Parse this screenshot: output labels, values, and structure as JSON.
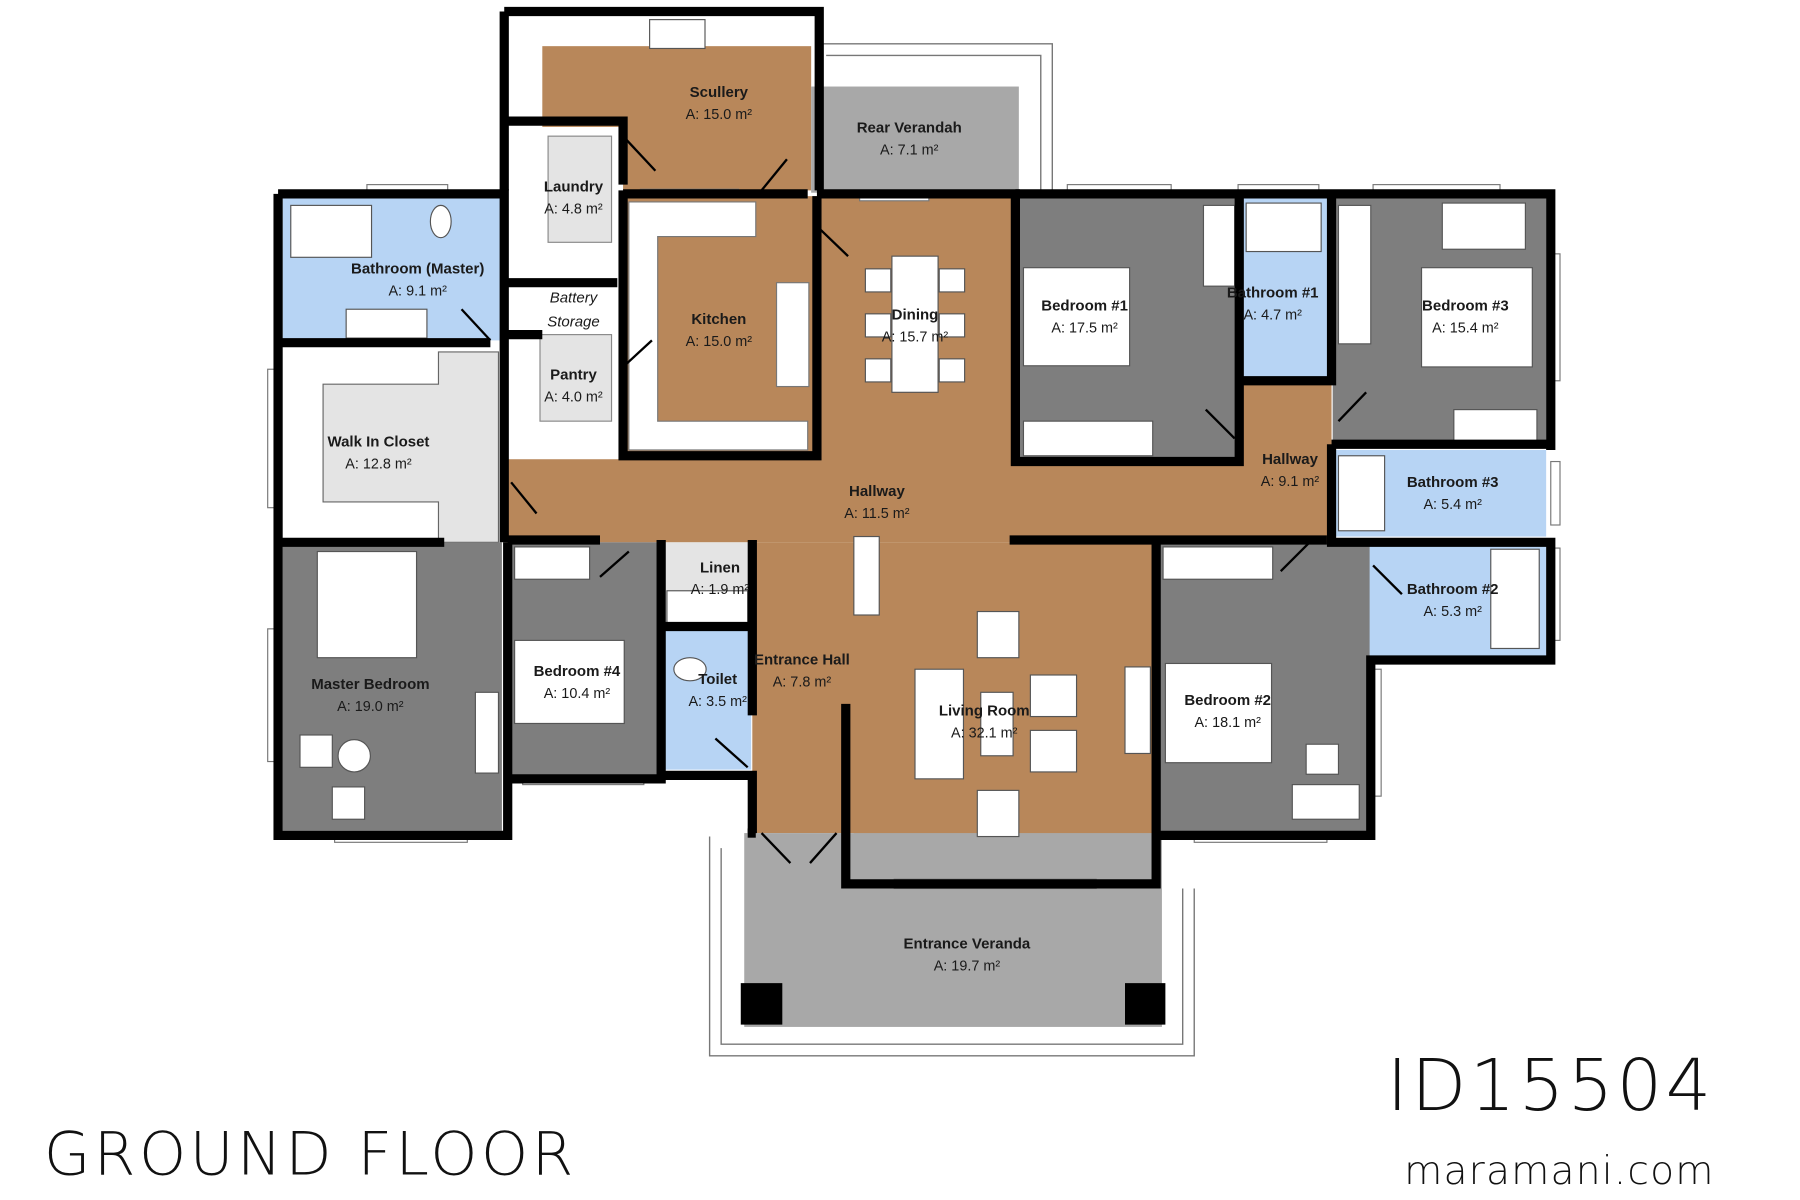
{
  "plan_title": "GROUND FLOOR",
  "plan_id": "ID15504",
  "website": "maramani.com",
  "colors": {
    "wood": "#b8875a",
    "tile_gray": "#7e7e7e",
    "bath_blue": "#b7d4f4",
    "veranda_gray": "#a8a8a8",
    "closet": "#e4e4e4",
    "wall": "#000000"
  },
  "rooms": [
    {
      "name": "Scullery",
      "area": "A: 15.0 m²"
    },
    {
      "name": "Rear Verandah",
      "area": "A: 7.1 m²"
    },
    {
      "name": "Laundry",
      "area": "A: 4.8 m²"
    },
    {
      "name": "Bathroom (Master)",
      "area": "A: 9.1 m²"
    },
    {
      "name": "Battery",
      "name2": "Storage"
    },
    {
      "name": "Pantry",
      "area": "A: 4.0 m²"
    },
    {
      "name": "Kitchen",
      "area": "A: 15.0 m²"
    },
    {
      "name": "Dining",
      "area": "A: 15.7 m²"
    },
    {
      "name": "Bedroom #1",
      "area": "A: 17.5 m²"
    },
    {
      "name": "Bathroom #1",
      "area": "A: 4.7 m²"
    },
    {
      "name": "Bedroom #3",
      "area": "A: 15.4 m²"
    },
    {
      "name": "Walk In Closet",
      "area": "A: 12.8 m²"
    },
    {
      "name": "Hallway",
      "area": "A: 11.5 m²"
    },
    {
      "name": "Hallway",
      "area": "A: 9.1 m²"
    },
    {
      "name": "Bathroom #3",
      "area": "A: 5.4 m²"
    },
    {
      "name": "Bathroom #2",
      "area": "A: 5.3 m²"
    },
    {
      "name": "Master Bedroom",
      "area": "A: 19.0 m²"
    },
    {
      "name": "Bedroom #4",
      "area": "A: 10.4 m²"
    },
    {
      "name": "Linen",
      "area": "A: 1.9 m²"
    },
    {
      "name": "Toilet",
      "area": "A: 3.5 m²"
    },
    {
      "name": "Entrance Hall",
      "area": "A: 7.8 m²"
    },
    {
      "name": "Living Room",
      "area": "A: 32.1 m²"
    },
    {
      "name": "Bedroom #2",
      "area": "A: 18.1 m²"
    },
    {
      "name": "Entrance Veranda",
      "area": "A: 19.7 m²"
    }
  ]
}
